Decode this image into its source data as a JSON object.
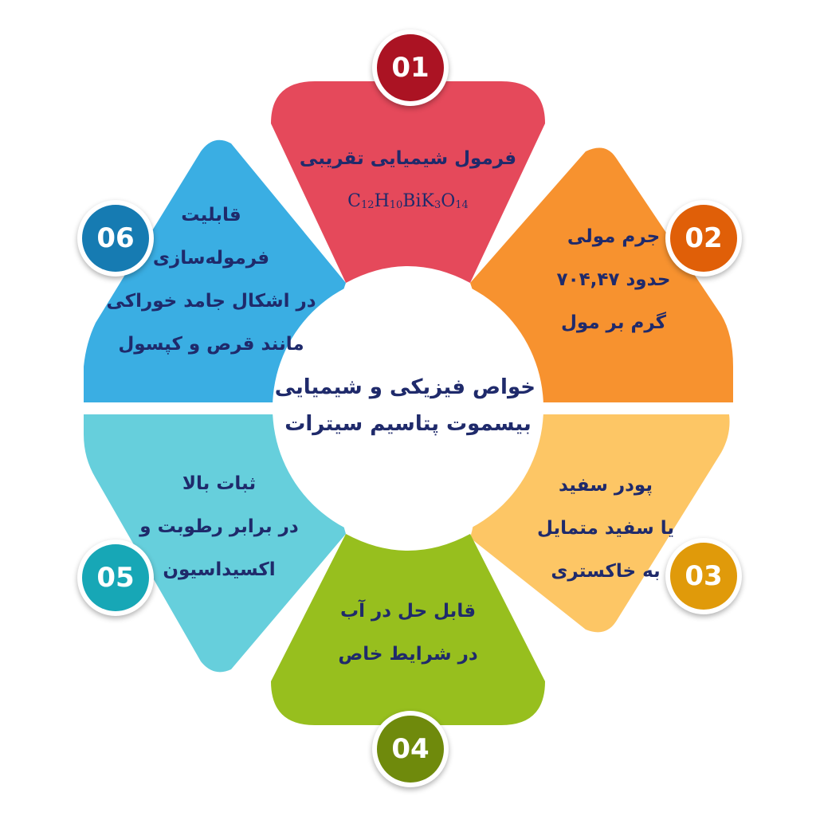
{
  "colors": {
    "seg1": "#e5495b",
    "seg2": "#f7922f",
    "seg3": "#fdc665",
    "seg4": "#97bf1e",
    "seg5": "#66cfdc",
    "seg6": "#3aaee3",
    "badge1": "#ab1323",
    "badge2": "#e05f08",
    "badge3": "#e09a0a",
    "badge4": "#6f8a0c",
    "badge5": "#17a7b6",
    "badge6": "#167bb2",
    "text": "#1f2a6b"
  },
  "center": {
    "line1": "خواص فیزیکی و شیمیایی",
    "line2": "بیسموت پتاسیم سیترات"
  },
  "segments": [
    {
      "number": "01",
      "line1": "فرمول شیمیایی تقریبی",
      "formula": [
        {
          "t": "C"
        },
        {
          "s": "12"
        },
        {
          "t": "H"
        },
        {
          "s": "10"
        },
        {
          "t": "BiK"
        },
        {
          "s": "3"
        },
        {
          "t": "O"
        },
        {
          "s": "14"
        }
      ]
    },
    {
      "number": "02",
      "line1": "جرم مولی",
      "line2": "حدود ۷۰۴,۴۷",
      "line3": "گرم بر مول"
    },
    {
      "number": "03",
      "line1": "پودر سفید",
      "line2": "یا سفید متمایل",
      "line3": "به خاکستری"
    },
    {
      "number": "04",
      "line1": "قابل حل در آب",
      "line2": "در شرایط خاص"
    },
    {
      "number": "05",
      "line1": "ثبات بالا",
      "line2": "در برابر رطوبت و",
      "line3": "اکسیداسیون"
    },
    {
      "number": "06",
      "line1": "قابلیت",
      "line2": "فرموله‌سازی",
      "line3": "در اشکال جامد خوراکی",
      "line4": "مانند قرص و کپسول"
    }
  ]
}
